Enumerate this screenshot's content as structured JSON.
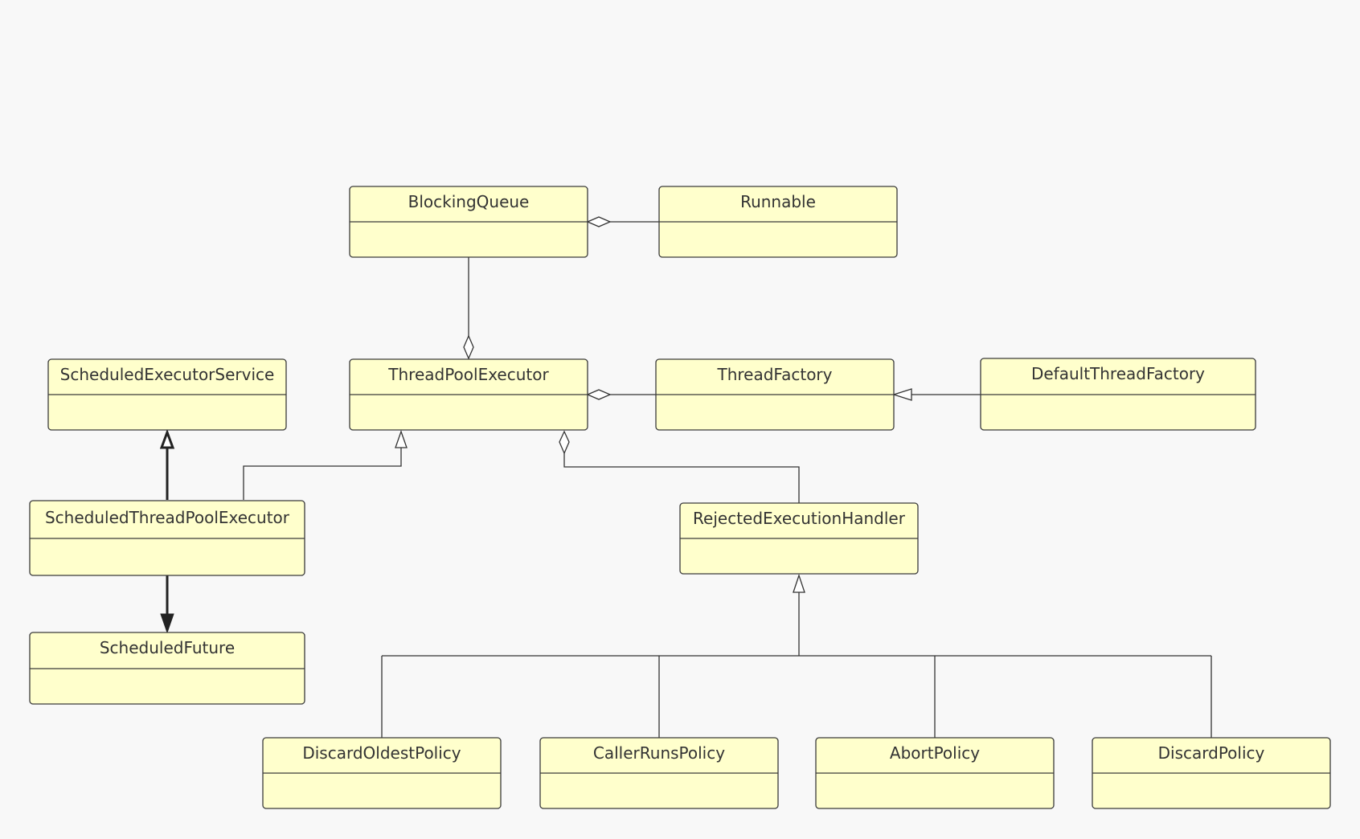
{
  "diagram": {
    "type": "uml-class-diagram",
    "colors": {
      "background": "#f8f8f8",
      "class_fill": "#ffffcc",
      "class_border": "#3a3a3a",
      "text": "#333333"
    },
    "classes": {
      "blocking_queue": {
        "name": "BlockingQueue"
      },
      "runnable": {
        "name": "Runnable"
      },
      "scheduled_executor_service": {
        "name": "ScheduledExecutorService"
      },
      "thread_pool_executor": {
        "name": "ThreadPoolExecutor"
      },
      "thread_factory": {
        "name": "ThreadFactory"
      },
      "default_thread_factory": {
        "name": "DefaultThreadFactory"
      },
      "scheduled_thread_pool_executor": {
        "name": "ScheduledThreadPoolExecutor"
      },
      "rejected_execution_handler": {
        "name": "RejectedExecutionHandler"
      },
      "scheduled_future": {
        "name": "ScheduledFuture"
      },
      "discard_oldest_policy": {
        "name": "DiscardOldestPolicy"
      },
      "caller_runs_policy": {
        "name": "CallerRunsPolicy"
      },
      "abort_policy": {
        "name": "AbortPolicy"
      },
      "discard_policy": {
        "name": "DiscardPolicy"
      }
    },
    "relationships": [
      {
        "from": "Runnable",
        "to": "BlockingQueue",
        "kind": "aggregation"
      },
      {
        "from": "BlockingQueue",
        "to": "ThreadPoolExecutor",
        "kind": "aggregation"
      },
      {
        "from": "ThreadFactory",
        "to": "ThreadPoolExecutor",
        "kind": "aggregation"
      },
      {
        "from": "RejectedExecutionHandler",
        "to": "ThreadPoolExecutor",
        "kind": "aggregation"
      },
      {
        "from": "DefaultThreadFactory",
        "to": "ThreadFactory",
        "kind": "generalization"
      },
      {
        "from": "ScheduledThreadPoolExecutor",
        "to": "ThreadPoolExecutor",
        "kind": "generalization"
      },
      {
        "from": "ScheduledThreadPoolExecutor",
        "to": "ScheduledExecutorService",
        "kind": "realization"
      },
      {
        "from": "ScheduledThreadPoolExecutor",
        "to": "ScheduledFuture",
        "kind": "association"
      },
      {
        "from": "DiscardOldestPolicy",
        "to": "RejectedExecutionHandler",
        "kind": "generalization"
      },
      {
        "from": "CallerRunsPolicy",
        "to": "RejectedExecutionHandler",
        "kind": "generalization"
      },
      {
        "from": "AbortPolicy",
        "to": "RejectedExecutionHandler",
        "kind": "generalization"
      },
      {
        "from": "DiscardPolicy",
        "to": "RejectedExecutionHandler",
        "kind": "generalization"
      }
    ]
  }
}
